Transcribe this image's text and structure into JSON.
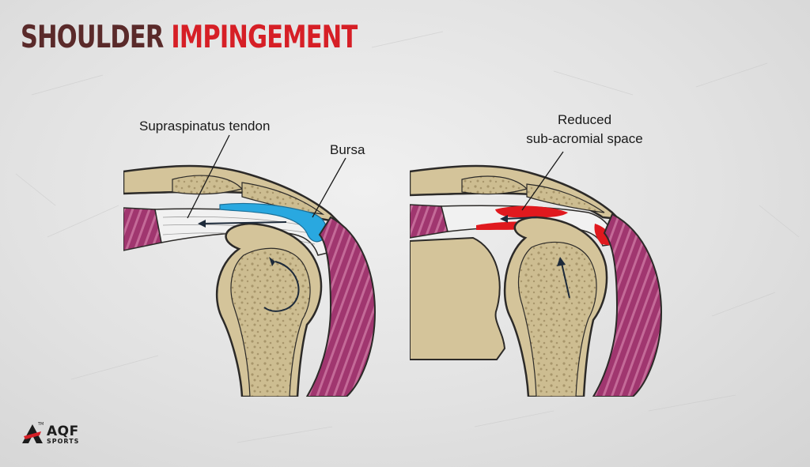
{
  "title": {
    "word1": "SHOULDER",
    "word2": "IMPINGEMENT"
  },
  "labels": {
    "supraspinatus": "Supraspinatus tendon",
    "bursa": "Bursa",
    "reduced_line1": "Reduced",
    "reduced_line2": "sub-acromial space"
  },
  "logo": {
    "brand": "AQF",
    "sub": "SPORTS",
    "tm": "TM"
  },
  "colors": {
    "title_dark": "#5a2a2a",
    "title_red": "#d61f26",
    "bone": "#c9b98f",
    "bone_outline": "#2c2a28",
    "muscle": "#a0366f",
    "bursa_blue": "#29a8e0",
    "inflamed_red": "#e0191e"
  }
}
